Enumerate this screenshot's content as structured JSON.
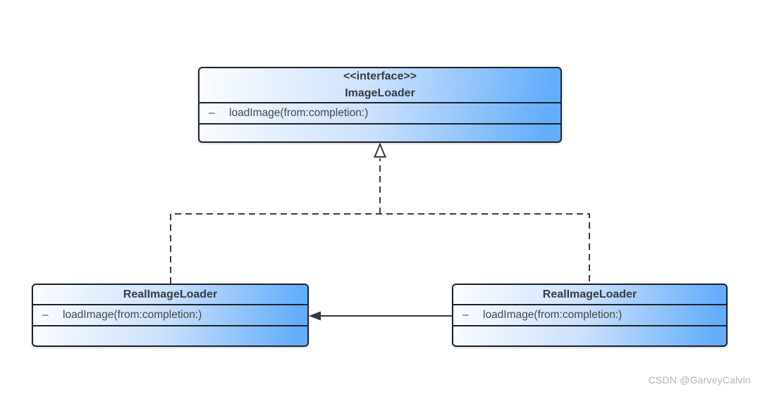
{
  "diagram": {
    "interface": {
      "stereotype": "<<interface>>",
      "name": "ImageLoader",
      "method": {
        "visibility": "–",
        "signature": "loadImage(from:completion:)"
      }
    },
    "left_class": {
      "name": "RealImageLoader",
      "method": {
        "visibility": "–",
        "signature": "loadImage(from:completion:)"
      }
    },
    "right_class": {
      "name": "RealImageLoader",
      "method": {
        "visibility": "–",
        "signature": "loadImage(from:completion:)"
      }
    },
    "relationships": {
      "realization": "dashed line with hollow triangle pointing to ImageLoader",
      "association": "solid arrow from right RealImageLoader to left RealImageLoader"
    }
  },
  "watermark": "CSDN @GarveyCalvin",
  "colors": {
    "box_gradient_start": "#fbfdff",
    "box_gradient_end": "#63adfc",
    "box_border": "#1e222c",
    "connector": "#3d3d3d",
    "header_text": "#363b43",
    "method_text": "#42464d",
    "watermark_text": "#b4b4b4",
    "page_background": "#ffffff"
  }
}
